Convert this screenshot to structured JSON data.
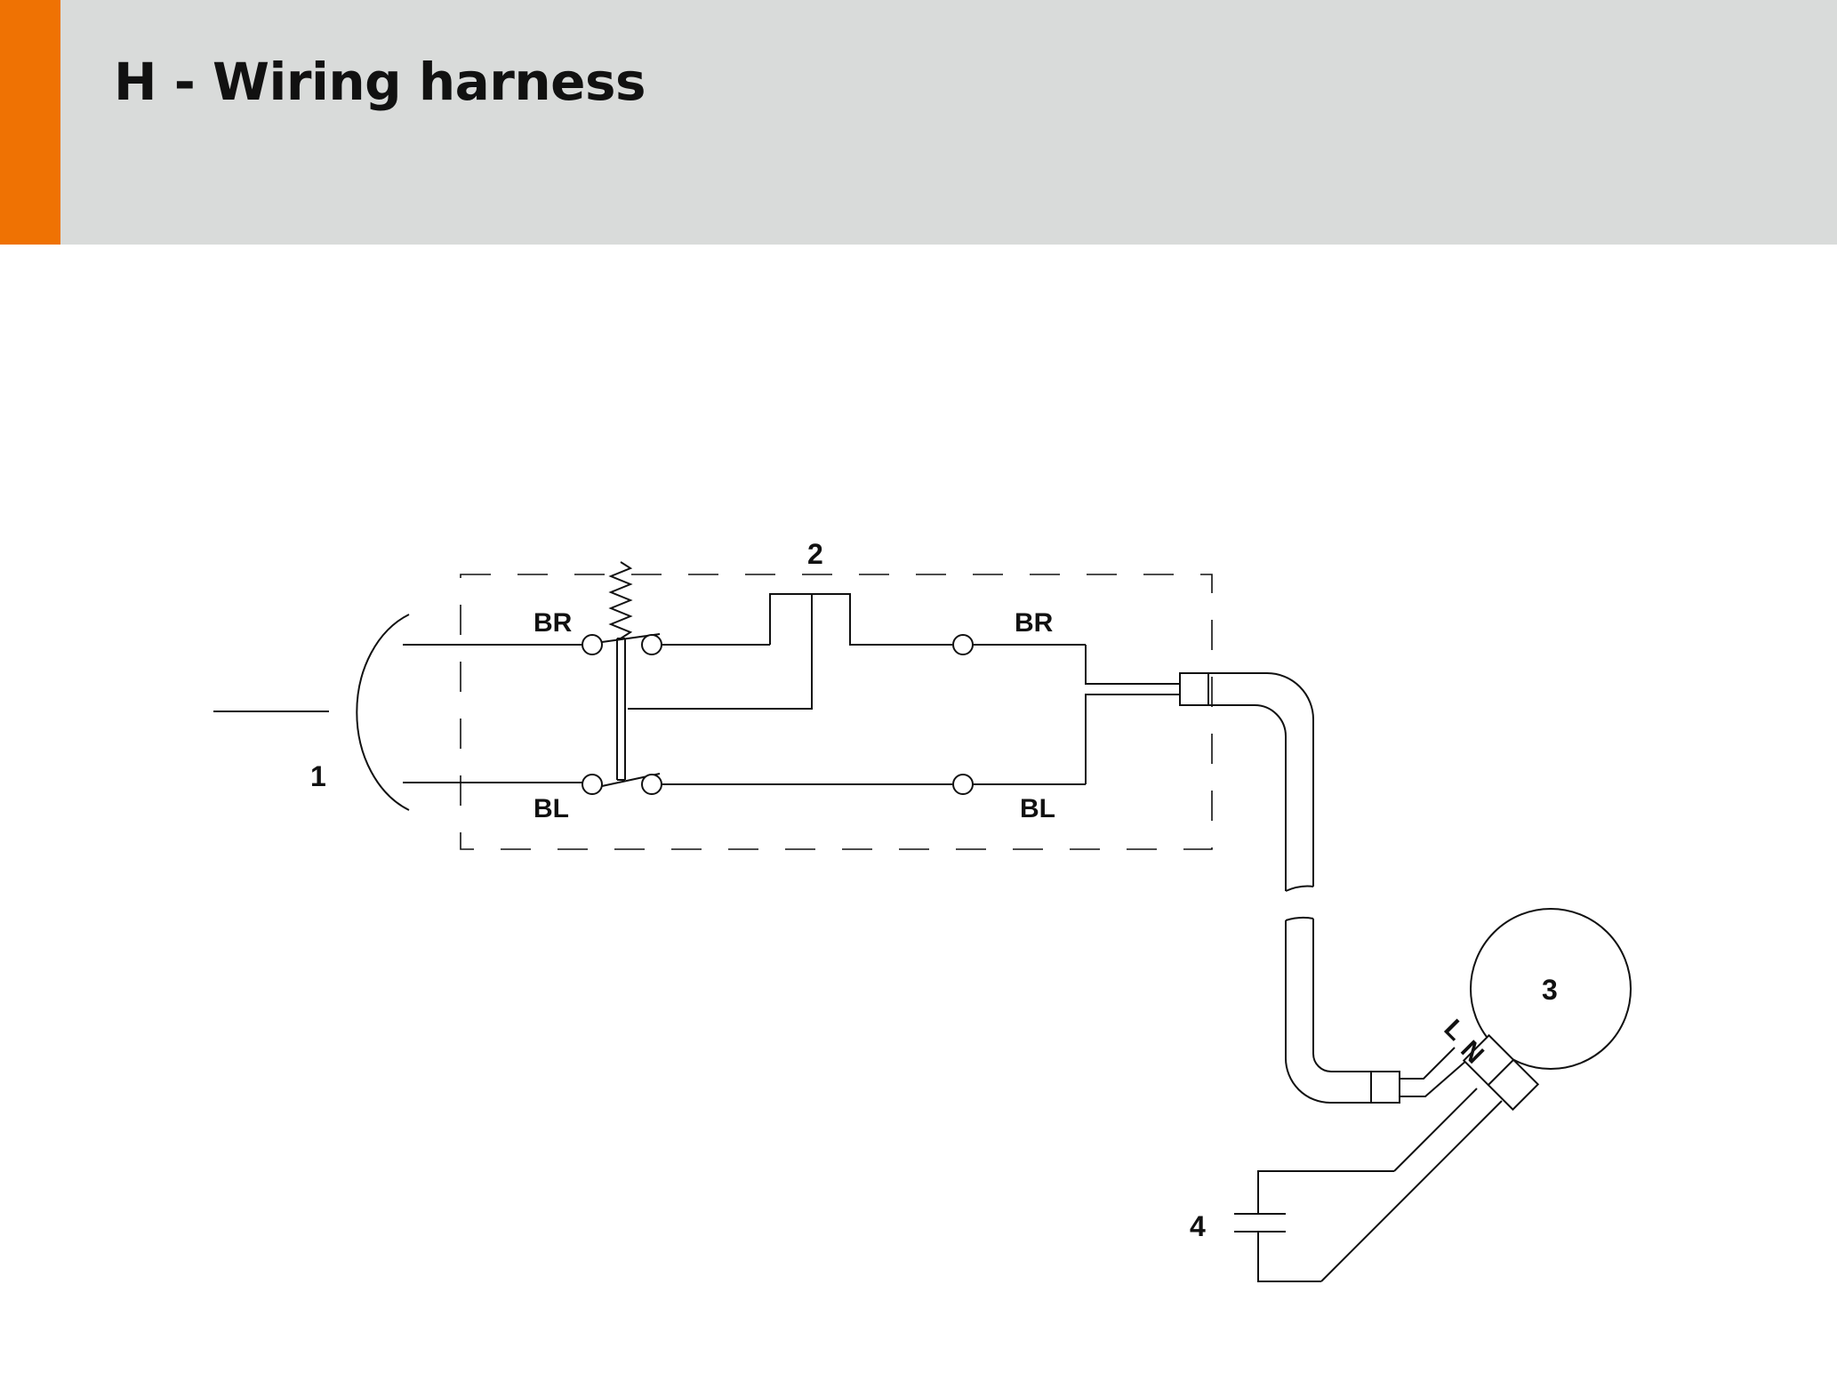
{
  "header": {
    "title": "H - Wiring harness",
    "background_color": "#d9dbda",
    "accent_color": "#ef7203"
  },
  "diagram": {
    "callouts": {
      "plug": "1",
      "switch": "2",
      "motor": "3",
      "capacitor": "4"
    },
    "wire_labels": {
      "top_left": "BR",
      "top_right": "BR",
      "bottom_left": "BL",
      "bottom_right": "BL"
    },
    "motor_terminals": {
      "live": "L",
      "neutral": "N"
    }
  }
}
